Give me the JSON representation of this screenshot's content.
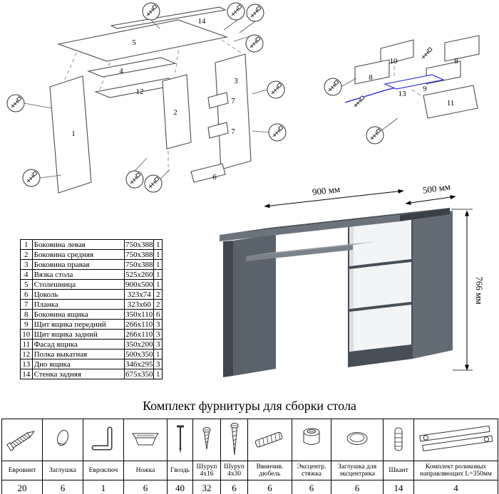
{
  "page": {
    "title": "Комплект фурнитуры для сборки стола"
  },
  "colors": {
    "highlight_blue": "#2222dd",
    "desk_gray": "#4c535b",
    "drawer_white": "#f3f4f5"
  },
  "desk_render": {
    "dim_width": "900 мм",
    "dim_depth": "500 мм",
    "dim_height": "766 мм"
  },
  "diagram_left": {
    "labels": [
      "14",
      "5",
      "4",
      "12",
      "2",
      "1",
      "3",
      "7",
      "7",
      "6"
    ]
  },
  "diagram_right": {
    "labels": [
      "10",
      "8",
      "8",
      "9",
      "13",
      "11"
    ]
  },
  "parts_table": {
    "rows": [
      {
        "num": "1",
        "name": "Боковина левая",
        "size": "750x388",
        "qty": "1"
      },
      {
        "num": "2",
        "name": "Боковина средняя",
        "size": "750x388",
        "qty": "1"
      },
      {
        "num": "3",
        "name": "Боковина правая",
        "size": "750x388",
        "qty": "1"
      },
      {
        "num": "4",
        "name": "Вязка стола",
        "size": "525x260",
        "qty": "1"
      },
      {
        "num": "5",
        "name": "Столешница",
        "size": "900x500",
        "qty": "1"
      },
      {
        "num": "6",
        "name": "Цоколь",
        "size": "323x74",
        "qty": "2"
      },
      {
        "num": "7",
        "name": "Планка",
        "size": "323x60",
        "qty": "2"
      },
      {
        "num": "8",
        "name": "Боковина ящика",
        "size": "350x110",
        "qty": "6"
      },
      {
        "num": "9",
        "name": "Щит ящика передний",
        "size": "266x110",
        "qty": "3"
      },
      {
        "num": "10",
        "name": "Щит ящика задний",
        "size": "266x110",
        "qty": "3"
      },
      {
        "num": "11",
        "name": "Фасад ящика",
        "size": "350x200",
        "qty": "3"
      },
      {
        "num": "12",
        "name": "Полка выкатная",
        "size": "500x350",
        "qty": "1"
      },
      {
        "num": "13",
        "name": "Дно ящика",
        "size": "346x295",
        "qty": "3"
      },
      {
        "num": "14",
        "name": "Стенка задняя",
        "size": "675x350",
        "qty": "1"
      }
    ]
  },
  "hardware": {
    "items": [
      {
        "name": "Евровинт",
        "qty": "20",
        "icon": "euro-screw-icon"
      },
      {
        "name": "Заглушка",
        "qty": "6",
        "icon": "cap-icon"
      },
      {
        "name": "Евроключ",
        "qty": "1",
        "icon": "allen-key-icon"
      },
      {
        "name": "Ножка",
        "qty": "6",
        "icon": "leg-icon"
      },
      {
        "name": "Гвоздь",
        "qty": "40",
        "icon": "nail-icon"
      },
      {
        "name": "Шуруп 4х16",
        "qty": "32",
        "icon": "screw-4x16-icon"
      },
      {
        "name": "Шуруп 4х30",
        "qty": "6",
        "icon": "screw-4x30-icon"
      },
      {
        "name": "Ввинчив. дюбель",
        "qty": "6",
        "icon": "threaded-dowel-icon"
      },
      {
        "name": "Эксцентр. стяжка",
        "qty": "6",
        "icon": "eccentric-cam-icon"
      },
      {
        "name": "Заглушка для эксцентрика",
        "qty": "6",
        "icon": "eccentric-cap-icon"
      },
      {
        "name": "Шкант",
        "qty": "14",
        "icon": "wood-dowel-icon"
      },
      {
        "name": "Комплект роликовых направляющих L=350мм",
        "qty": "4",
        "icon": "roller-guides-icon"
      }
    ]
  }
}
